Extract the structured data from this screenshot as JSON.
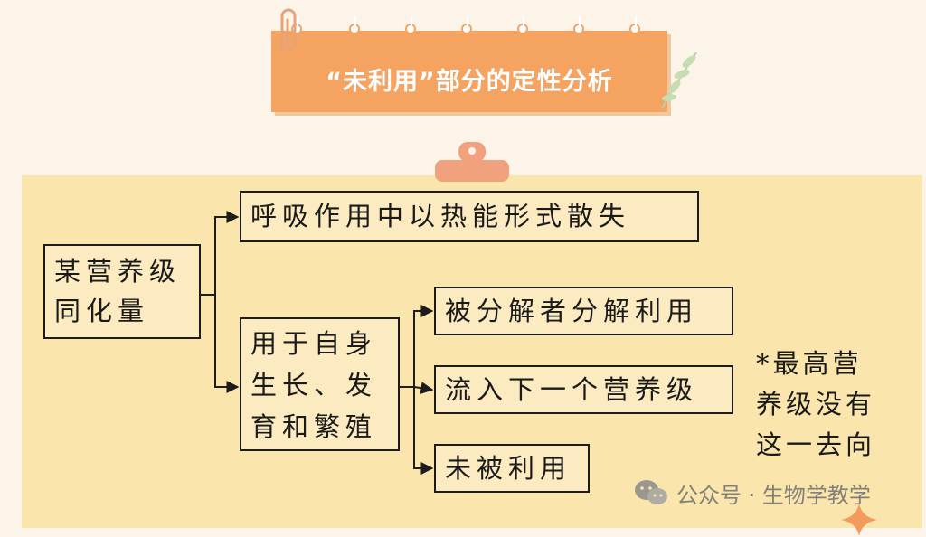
{
  "title": "“未利用”部分的定性分析",
  "nodes": {
    "root": [
      "某营养级",
      "同化量"
    ],
    "respiration": "呼吸作用中以热能形式散失",
    "growth": [
      "用于自身",
      "生长、发",
      "育和繁殖"
    ],
    "decomposer": "被分解者分解利用",
    "next_level": "流入下一个营养级",
    "unused": "未被利用"
  },
  "note": [
    "*最高营",
    "养级没有",
    "这一去向"
  ],
  "watermark": "公众号 · 生物学教学",
  "colors": {
    "background": "#fcf4e8",
    "title_card": "#f5a361",
    "panel": "#fae6ad",
    "node_fill": "#fcebc0",
    "line": "#1c1c1c",
    "clip_tab": "#f2a17f"
  },
  "icons": [
    "paperclip-icon",
    "leaf-icon",
    "clip-tab-icon",
    "wechat-icon",
    "sparkle-icon"
  ]
}
